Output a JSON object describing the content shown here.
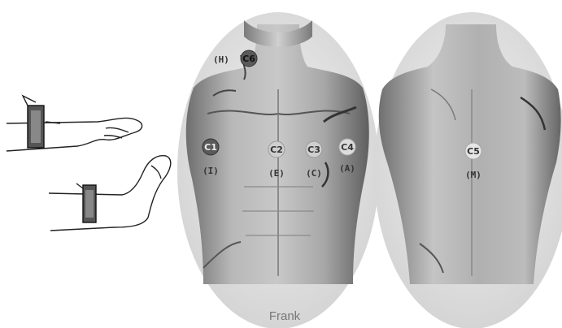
{
  "caption": "Frank",
  "electrodes": [
    {
      "id": "C6",
      "letter": "(H)",
      "style": "dark"
    },
    {
      "id": "C1",
      "letter": "(I)",
      "style": "dark"
    },
    {
      "id": "C2",
      "letter": "(E)",
      "style": "light"
    },
    {
      "id": "C3",
      "letter": "(C)",
      "style": "light"
    },
    {
      "id": "C4",
      "letter": "(A)",
      "style": "light"
    },
    {
      "id": "C5",
      "letter": "(M)",
      "style": "light"
    }
  ],
  "colors": {
    "ellipse": "#dcdcdc",
    "torso": "#9a9a9a",
    "electrode_dark": "#5a5a5a",
    "electrode_light": "#cfcfcf"
  }
}
